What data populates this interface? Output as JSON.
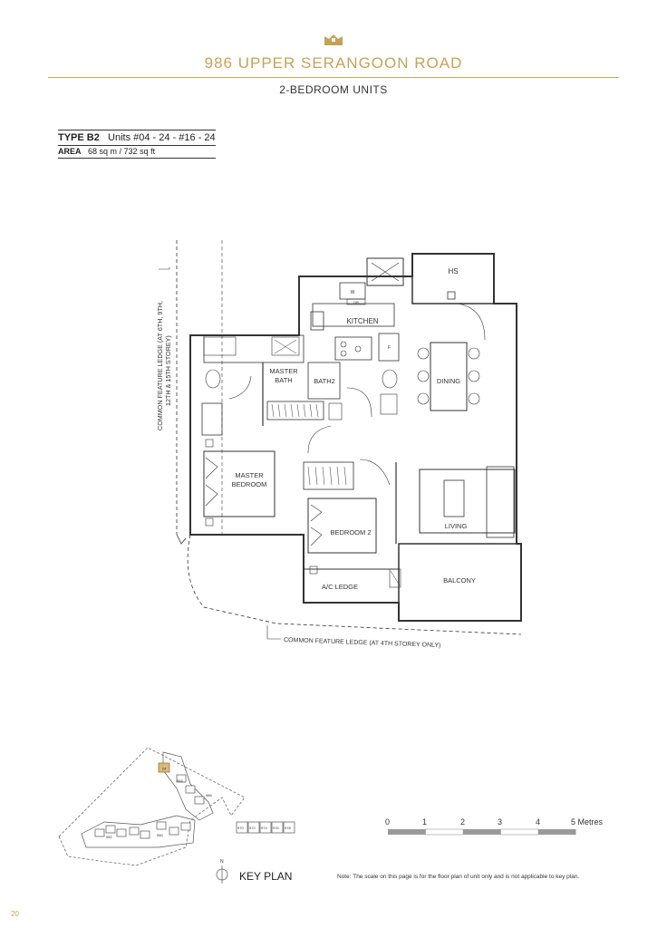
{
  "header": {
    "title": "986 UPPER SERANGOON ROAD",
    "subtitle": "2-BEDROOM UNITS",
    "accent_color": "#c2a35a",
    "logo_icon": "crown-icon"
  },
  "unit_info": {
    "type_label": "TYPE B2",
    "units": "Units #04 - 24 - #16 - 24",
    "area_label": "AREA",
    "area_value": "68 sq m / 732 sq ft"
  },
  "floor_plan": {
    "rooms": {
      "hs": "HS",
      "kitchen": "KITCHEN",
      "master_bath_1": "MASTER",
      "master_bath_2": "BATH",
      "bath2": "BATH2",
      "dining": "DINING",
      "master_bedroom_1": "MASTER",
      "master_bedroom_2": "BEDROOM",
      "bedroom2": "BEDROOM 2",
      "living": "LIVING",
      "ac_ledge": "A/C LEDGE",
      "balcony": "BALCONY",
      "w": "W",
      "db": "DB",
      "f": "F"
    },
    "ledge_left_1": "COMMON FEATURE LEDGE (AT 6TH, 9TH,",
    "ledge_left_2": "12TH & 15TH STOREY)",
    "ledge_bottom": "COMMON FEATURE LEDGE (AT 4TH STOREY ONLY)"
  },
  "key_plan": {
    "label": "KEY PLAN",
    "north": "N",
    "highlighted_unit": "24",
    "blocks": [
      "982",
      "980",
      "984",
      "986",
      "970",
      "972",
      "974",
      "976",
      "978"
    ]
  },
  "scale": {
    "ticks": [
      "0",
      "1",
      "2",
      "3",
      "4",
      "5 Metres"
    ]
  },
  "note": "Note: The scale on this page is for the floor plan of unit only and is not applicable to key plan.",
  "page_number": "20"
}
